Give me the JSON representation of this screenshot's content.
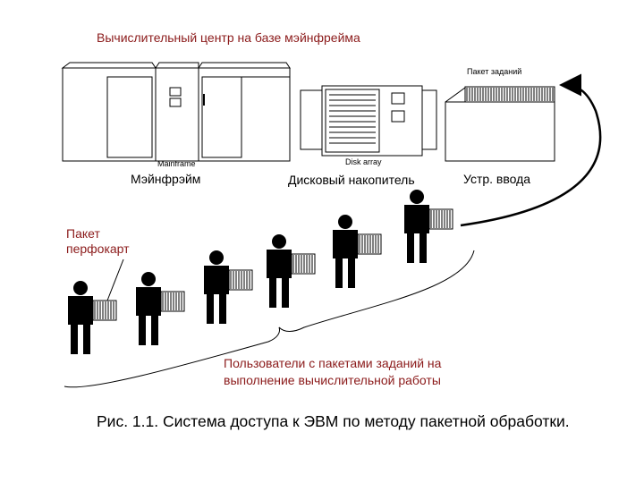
{
  "title": "Вычислительный центр на базе мэйнфрейма",
  "devices": {
    "mainframe": {
      "caption_small": "Mainframe",
      "label": "Мэйнфрэйм"
    },
    "disk": {
      "caption_small": "Disk array",
      "label": "Дисковый накопитель"
    },
    "input": {
      "caption_small": "Пакет заданий",
      "label": "Устр. ввода"
    }
  },
  "card_pack_label": {
    "line1": "Пакет",
    "line2": "перфокарт"
  },
  "users_label": {
    "line1": "Пользователи с  пакетами заданий на",
    "line2": "выполнение вычислительной работы"
  },
  "figure_caption": "Рис. 1.1. Система доступа к ЭВМ по методу пакетной обработки.",
  "colors": {
    "label_red": "#8b1a1a",
    "line": "#000000"
  }
}
